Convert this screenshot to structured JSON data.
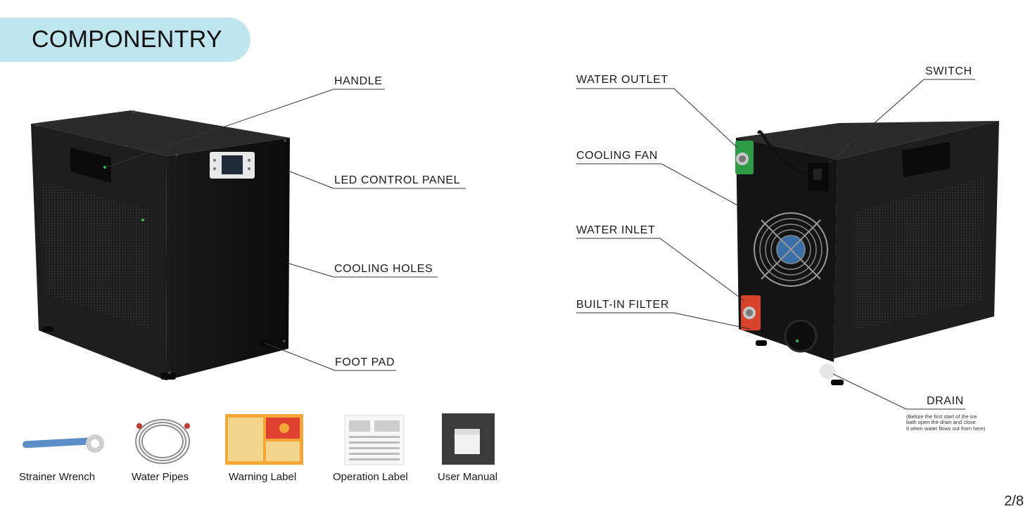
{
  "header": {
    "title": "COMPONENTRY"
  },
  "left_labels": {
    "handle": "HANDLE",
    "led_panel": "LED CONTROL PANEL",
    "cooling_holes": "COOLING HOLES",
    "foot_pad": "FOOT PAD"
  },
  "right_labels": {
    "water_outlet": "WATER OUTLET",
    "switch": "SWITCH",
    "cooling_fan": "COOLING FAN",
    "water_inlet": "WATER INLET",
    "built_in_filter": "BUILT-IN FILTER",
    "drain": "DRAIN",
    "drain_note": [
      "(Before the first start of the ice",
      "bath open the drain and close",
      "it when water flows out from here)"
    ]
  },
  "accessories": [
    {
      "label": "Strainer Wrench",
      "icon": "wrench-icon"
    },
    {
      "label": "Water Pipes",
      "icon": "water-pipes-icon"
    },
    {
      "label": "Warning Label",
      "icon": "warning-label-icon"
    },
    {
      "label": "Operation Label",
      "icon": "operation-label-icon"
    },
    {
      "label": "User Manual",
      "icon": "user-manual-icon"
    }
  ],
  "page_number": "2/8",
  "colors": {
    "header_bg": "#bfe6ef",
    "unit_body": "#161616",
    "outlet_green": "#2e9b46",
    "inlet_red": "#d8432c"
  }
}
